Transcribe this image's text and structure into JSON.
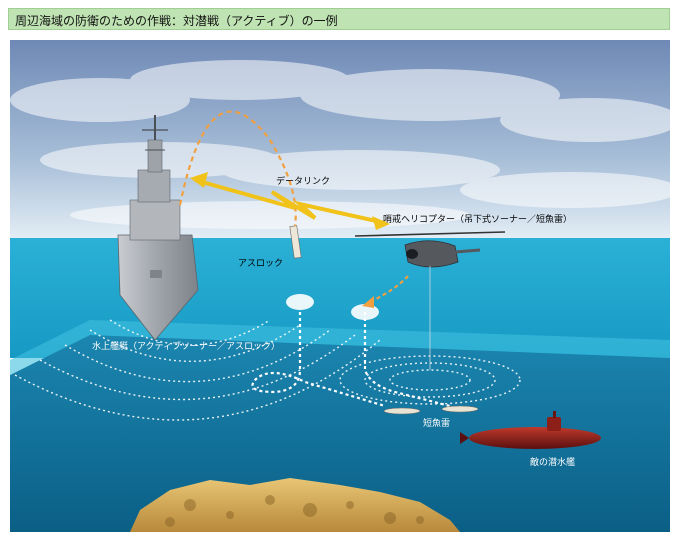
{
  "title": "周辺海域の防衛のための作戦：対潜戦（アクティブ）の一例",
  "labels": {
    "datalink": "データリンク",
    "helicopter": "哨戒ヘリコプター（吊下式ソーナー／短魚雷）",
    "asroc": "アスロック",
    "surface_ship": "水上艦艇（アクティブソーナー／アスロック）",
    "torpedo": "短魚雷",
    "enemy_sub": "敵の潜水艦"
  },
  "colors": {
    "sky_top": "#6f89b6",
    "sea_top": "#1fa0c8",
    "sea_deep": "#0f6f95",
    "datalink": "#f0c21a",
    "trajectory": "#f0a040",
    "sonar": "#ffffff",
    "title_bg": "#bfe3b2"
  }
}
